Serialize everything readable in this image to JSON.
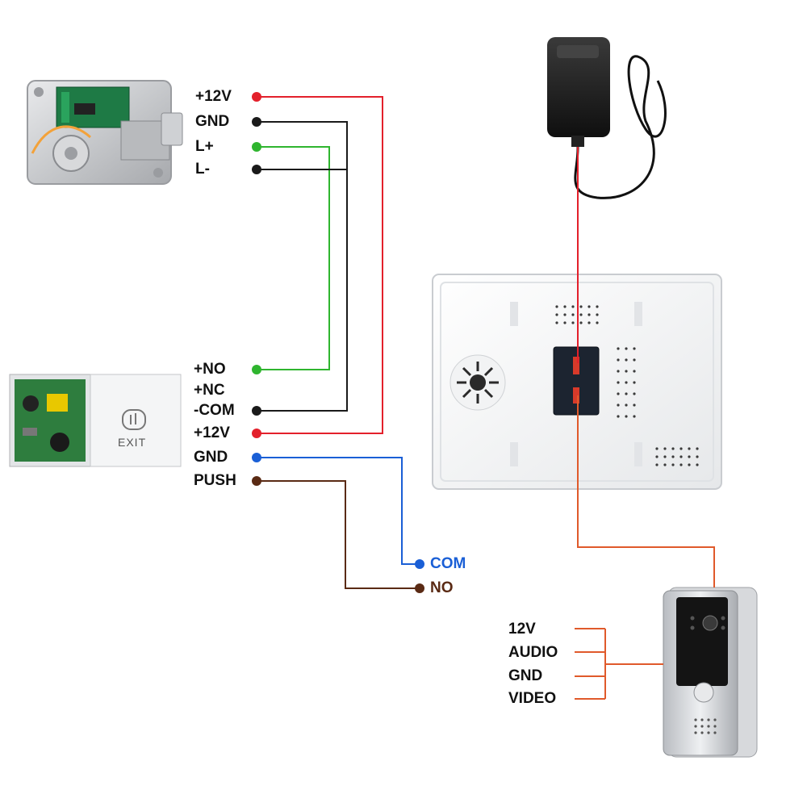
{
  "lock": {
    "terminals": [
      "+12V",
      "GND",
      "L+",
      "L-"
    ]
  },
  "exit_unit": {
    "button_text": "EXIT",
    "terminals": [
      "+NO",
      "+NC",
      "-COM",
      "+12V",
      "GND",
      "PUSH"
    ]
  },
  "monitor": {
    "relay_terminals": [
      "COM",
      "NO"
    ]
  },
  "outdoor_camera": {
    "terminals": [
      "12V",
      "AUDIO",
      "GND",
      "VIDEO"
    ]
  },
  "colors": {
    "power": "#e3202b",
    "ground": "#1a1a1a",
    "lock_signal": "#2fb52f",
    "com": "#1a5fd6",
    "push": "#5a2a14",
    "camera_wire": "#e05a2b"
  },
  "icons": [
    "power-adapter-icon",
    "electric-lock-icon",
    "exit-button-icon",
    "speaker-grille-icon",
    "door-camera-icon"
  ]
}
